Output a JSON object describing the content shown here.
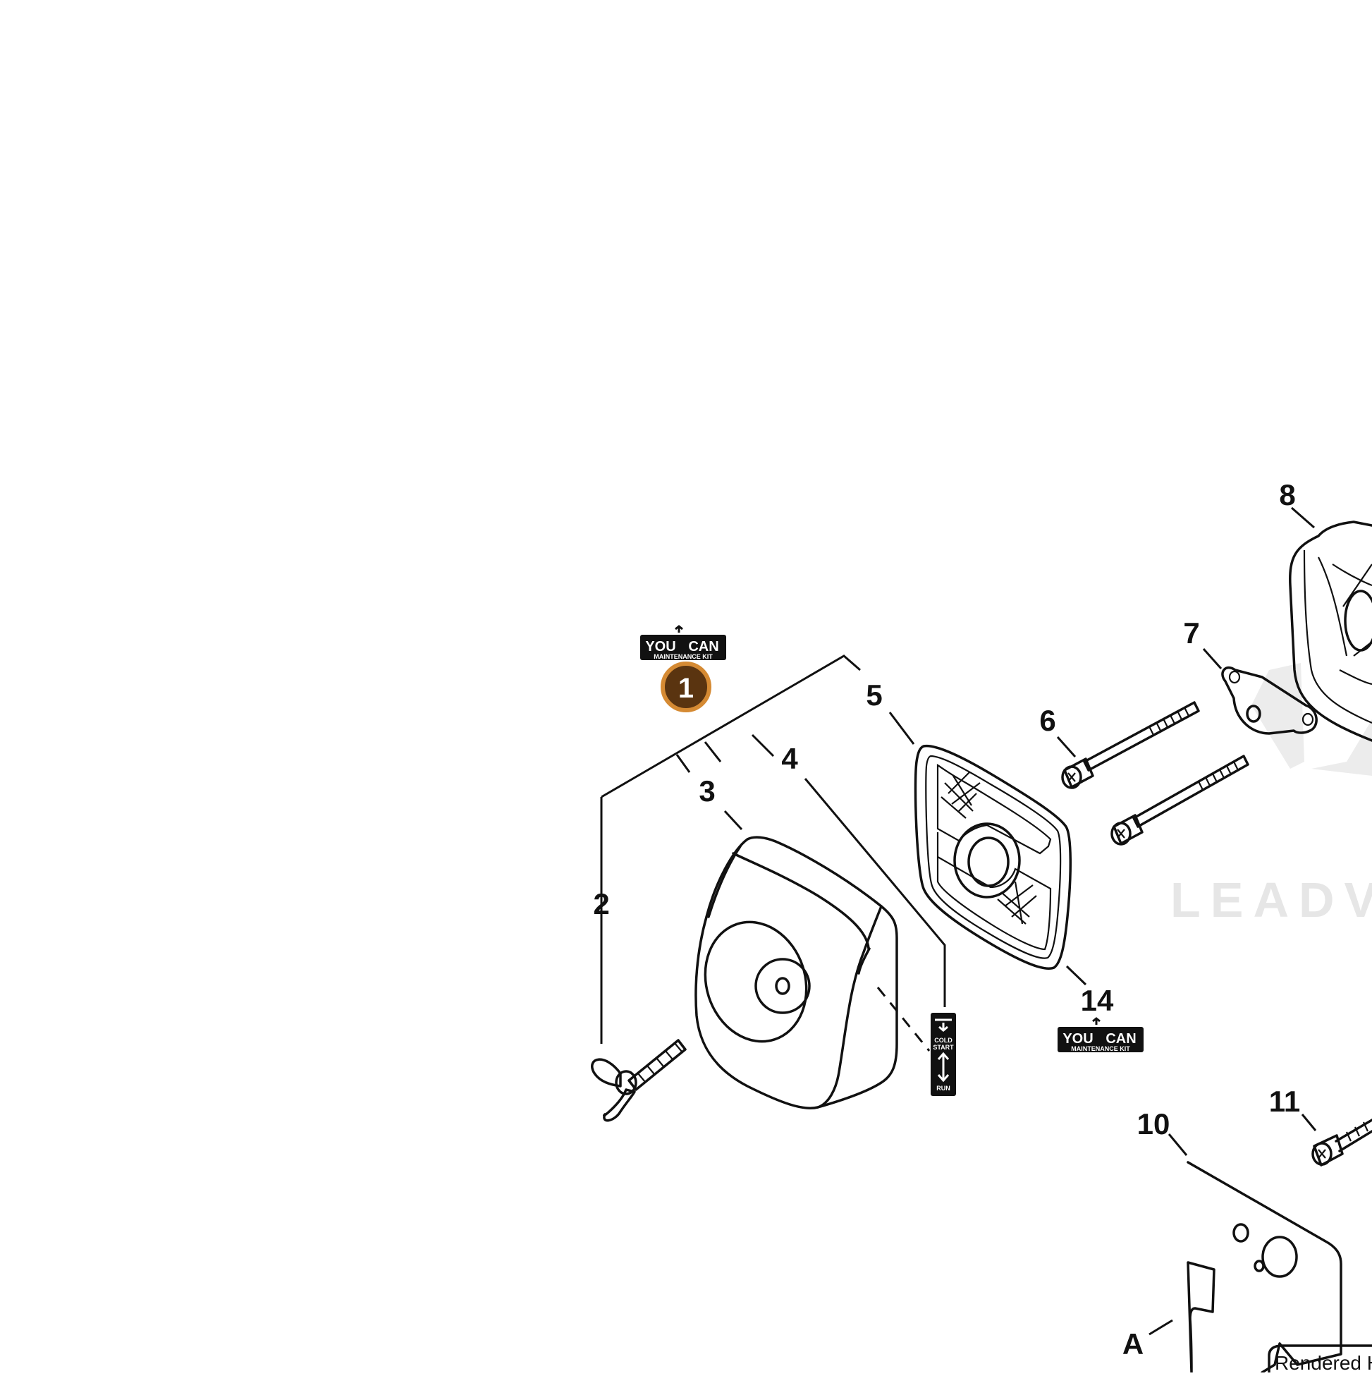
{
  "badges": {
    "kit_top": {
      "you": "YOU",
      "can": "CAN",
      "sub": "MAINTENANCE KIT"
    },
    "kit_bottom": {
      "you": "YOU",
      "can": "CAN",
      "sub": "MAINTENANCE KIT"
    }
  },
  "callouts": {
    "c1": "1",
    "c2": "2",
    "c3": "3",
    "c4": "4",
    "c5": "5",
    "c6": "6",
    "c7": "7",
    "c8": "8",
    "c10": "10",
    "c11": "11",
    "c14": "14",
    "cA": "A"
  },
  "decal": {
    "line1": "COLD",
    "line2": "START",
    "line3": "RUN"
  },
  "watermark": "LEADVENT",
  "footer_text": "Rendered H",
  "colors": {
    "callout_fill": "#5a3410",
    "callout_ring": "#d58a33",
    "ink": "#111111"
  }
}
